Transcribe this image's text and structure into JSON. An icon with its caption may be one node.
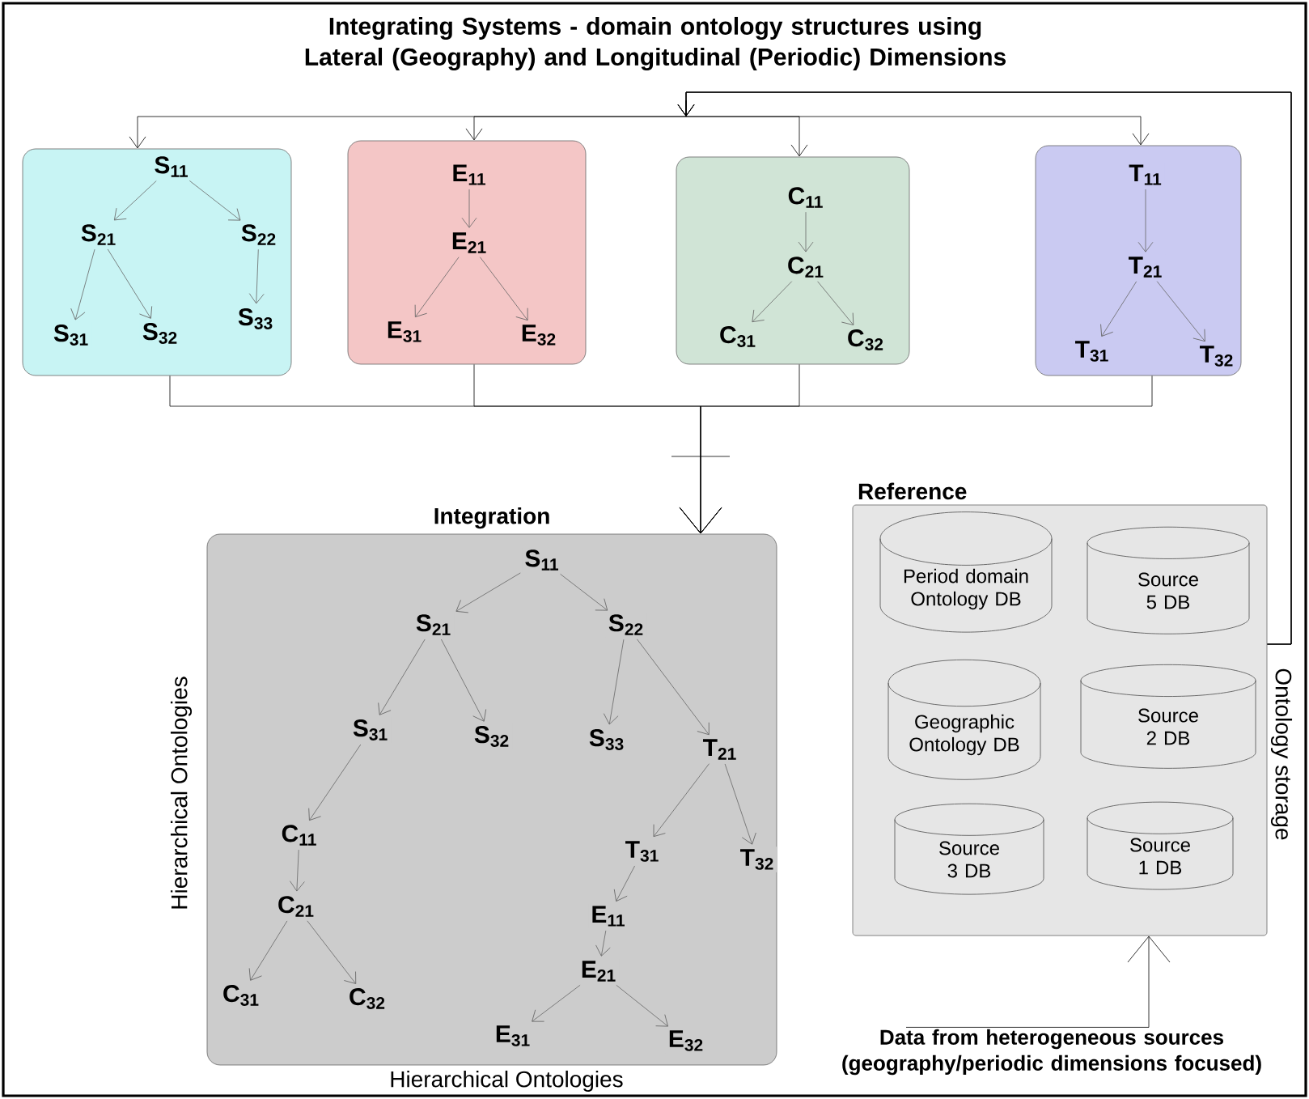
{
  "diagram": {
    "title": "Integrating Systems - domain ontology structures using Lateral (Geography) and Longitudinal (Periodic) Dimensions",
    "nodes": [
      {
        "text": [],
        "shape": "box"
      },
      {
        "text": [
          "S$_{11}$"
        ],
        "in": 0
      },
      {
        "text": [
          "S$_{21}$"
        ],
        "in": 0
      },
      {
        "text": [
          "S$_{22}$"
        ],
        "in": 0
      },
      {
        "text": [
          "S$_{31}$"
        ],
        "in": 0
      },
      {
        "text": [
          "S$_{32}$"
        ],
        "in": 0
      },
      {
        "text": [
          "S$_{33}$"
        ],
        "in": 0
      },
      {
        "text": [],
        "shape": "box"
      },
      {
        "text": [
          "E$_{11}$"
        ],
        "in": 7
      },
      {
        "text": [
          "E$_{21}$"
        ],
        "in": 7
      },
      {
        "text": [
          "E$_{31}$"
        ],
        "in": 7
      },
      {
        "text": [
          "E$_{32}$"
        ],
        "in": 7
      },
      {
        "text": [],
        "shape": "box"
      },
      {
        "text": [
          "C$_{11}$"
        ],
        "in": 12
      },
      {
        "text": [
          "C$_{21}$"
        ],
        "in": 12
      },
      {
        "text": [
          "C$_{31}$"
        ],
        "in": 12
      },
      {
        "text": [
          "C$_{32}$"
        ],
        "in": 12
      },
      {
        "text": [],
        "shape": "box"
      },
      {
        "text": [
          "T$_{11}$"
        ],
        "in": 17
      },
      {
        "text": [
          "T$_{21}$"
        ],
        "in": 17
      },
      {
        "text": [
          "T$_{31}$"
        ],
        "in": 17
      },
      {
        "text": [
          "T$_{32}$"
        ],
        "in": 17
      },
      {
        "text": [
          "Integration"
        ]
      },
      {
        "text": [
          "S$_{11}$"
        ],
        "in": 22
      },
      {
        "text": [
          "S$_{21}$"
        ],
        "in": 22
      },
      {
        "text": [
          "S$_{22}$"
        ],
        "in": 22
      },
      {
        "text": [
          "S$_{31}$"
        ],
        "in": 22
      },
      {
        "text": [
          "S$_{32}$"
        ],
        "in": 22
      },
      {
        "text": [
          "S$_{33}$"
        ],
        "in": 22
      },
      {
        "text": [
          "T$_{21}$"
        ],
        "in": 22
      },
      {
        "text": [
          "C$_{11}$"
        ],
        "in": 22
      },
      {
        "text": [
          "C$_{21}$"
        ],
        "in": 22
      },
      {
        "text": [
          "C$_{31}$"
        ],
        "in": 22
      },
      {
        "text": [
          "C$_{32}$"
        ],
        "in": 22
      },
      {
        "text": [
          "T$_{31}$"
        ],
        "in": 22
      },
      {
        "text": [
          "T$_{32}$"
        ],
        "in": 22
      },
      {
        "text": [
          "E$_{11}$"
        ],
        "in": 22
      },
      {
        "text": [
          "E$_{21}$"
        ],
        "in": 22
      },
      {
        "text": [
          "E$_{31}$"
        ],
        "in": 22
      },
      {
        "text": [
          "E$_{32}$"
        ],
        "in": 22
      },
      {
        "text": [
          "Reference"
        ]
      },
      {
        "text": [
          "Period domain Ontology DB"
        ],
        "in": 40
      },
      {
        "text": [
          "Source 5 DB"
        ],
        "in": 40
      },
      {
        "text": [
          "Geographic Ontology DB"
        ],
        "in": 40
      },
      {
        "text": [
          "Source 2 DB"
        ],
        "in": 40
      },
      {
        "text": [
          "Source 3 DB"
        ],
        "in": 40
      },
      {
        "text": [
          "Source 1 DB"
        ],
        "in": 40
      },
      {
        "text": [
          "Data from heterogeneous sources (geography/periodic dimensions focused)"
        ]
      }
    ],
    "edges": [
      {
        "from": 1,
        "to": 2,
        "arrow": "to"
      },
      {
        "from": 1,
        "to": 3,
        "arrow": "to"
      },
      {
        "from": 2,
        "to": 4,
        "arrow": "to"
      },
      {
        "from": 2,
        "to": 5,
        "arrow": "to"
      },
      {
        "from": 3,
        "to": 6,
        "arrow": "to"
      },
      {
        "from": 8,
        "to": 9,
        "arrow": "to"
      },
      {
        "from": 9,
        "to": 10,
        "arrow": "to"
      },
      {
        "from": 9,
        "to": 11,
        "arrow": "to"
      },
      {
        "from": 13,
        "to": 14,
        "arrow": "to"
      },
      {
        "from": 14,
        "to": 15,
        "arrow": "to"
      },
      {
        "from": 14,
        "to": 16,
        "arrow": "to"
      },
      {
        "from": 18,
        "to": 19,
        "arrow": "to"
      },
      {
        "from": 19,
        "to": 20,
        "arrow": "to"
      },
      {
        "from": 19,
        "to": 21,
        "arrow": "to"
      },
      {
        "from": 23,
        "to": 24,
        "arrow": "to"
      },
      {
        "from": 23,
        "to": 25,
        "arrow": "to"
      },
      {
        "from": 24,
        "to": 26,
        "arrow": "to"
      },
      {
        "from": 24,
        "to": 27,
        "arrow": "to"
      },
      {
        "from": 25,
        "to": 28,
        "arrow": "to"
      },
      {
        "from": 25,
        "to": 29,
        "arrow": "to"
      },
      {
        "from": 26,
        "to": 30,
        "arrow": "to"
      },
      {
        "from": 30,
        "to": 31,
        "arrow": "to"
      },
      {
        "from": 31,
        "to": 32,
        "arrow": "to"
      },
      {
        "from": 31,
        "to": 33,
        "arrow": "to"
      },
      {
        "from": 29,
        "to": 34,
        "arrow": "to"
      },
      {
        "from": 29,
        "to": 35,
        "arrow": "to"
      },
      {
        "from": 34,
        "to": 36,
        "arrow": "to"
      },
      {
        "from": 36,
        "to": 37,
        "arrow": "to"
      },
      {
        "from": 37,
        "to": 38,
        "arrow": "to"
      },
      {
        "from": 37,
        "to": 39,
        "arrow": "to"
      },
      {
        "from": 0,
        "to": 22,
        "arrow": "to",
        "color": "#000000"
      },
      {
        "from": 7,
        "to": 22,
        "arrow": "to",
        "color": "#000000"
      },
      {
        "from": 12,
        "to": 22,
        "arrow": "to",
        "color": "#000000"
      },
      {
        "from": 17,
        "to": 22,
        "arrow": "to",
        "color": "#000000"
      },
      {
        "from": 40,
        "to": 0,
        "arrow": "to",
        "color": "#000000"
      },
      {
        "from": 40,
        "to": 7,
        "arrow": "to",
        "color": "#000000"
      },
      {
        "from": 40,
        "to": 12,
        "arrow": "to",
        "color": "#000000"
      },
      {
        "from": 40,
        "to": 17,
        "arrow": "to",
        "color": "#000000"
      },
      {
        "from": 47,
        "to": 40,
        "arrow": "to",
        "color": "#000000"
      }
    ],
    "labels": [
      "Hierarchical Ontologies",
      "Ontology storage",
      "Hierarchical Ontologies"
    ]
  }
}
